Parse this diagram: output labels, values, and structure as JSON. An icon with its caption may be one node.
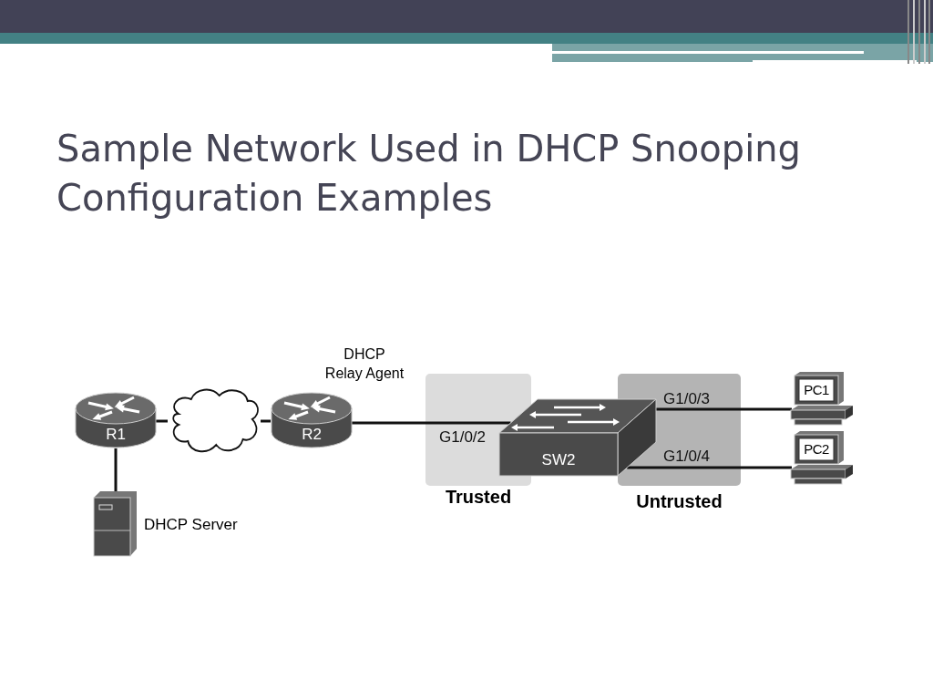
{
  "diagram": {
    "title": "Sample Network Used in DHCP Snooping Configuration Examples",
    "nodes": [
      {
        "text": [
          "R1"
        ]
      },
      {
        "text": [],
        "shape": "cloud"
      },
      {
        "text": [
          "R2"
        ],
        "beside": [
          "DHCP Relay Agent"
        ]
      },
      {
        "text": [
          "DHCP Server"
        ]
      },
      {
        "text": [
          "SW2"
        ]
      },
      {
        "text": [
          "PC1"
        ]
      },
      {
        "text": [
          "PC2"
        ]
      }
    ],
    "edges": [
      {
        "from": 0,
        "to": 1,
        "arrow": "none"
      },
      {
        "from": 1,
        "to": 2,
        "arrow": "none"
      },
      {
        "from": 0,
        "to": 3,
        "arrow": "none"
      },
      {
        "from": 2,
        "to": 4,
        "arrow": "none",
        "label": "G1/0/2"
      },
      {
        "from": 4,
        "to": 5,
        "arrow": "none",
        "label": "G1/0/3"
      },
      {
        "from": 4,
        "to": 6,
        "arrow": "none",
        "label": "G1/0/4"
      }
    ],
    "labels": [
      "Trusted",
      "Untrusted"
    ]
  }
}
